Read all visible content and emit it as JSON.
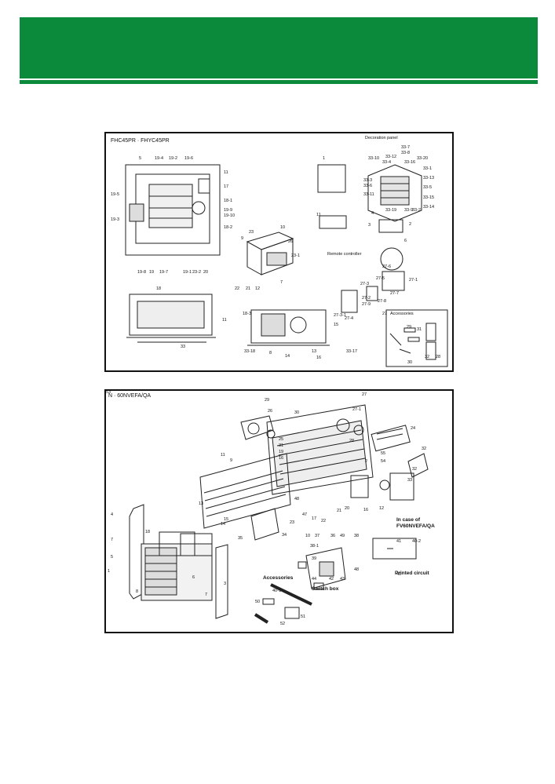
{
  "header": {
    "band_color": "#0c8a3c"
  },
  "figure1": {
    "title": "FHC45PR · FHYC45PR",
    "decoration_panel_label": "Decoration panel",
    "remote_controller_label": "Remote controller",
    "accessories_label": "Accessories",
    "part_numbers": [
      "5",
      "19-4",
      "19-2",
      "19-6",
      "11",
      "17",
      "19-5",
      "19-3",
      "18-1",
      "19-9",
      "19-10",
      "18-2",
      "19-8",
      "19",
      "19-7",
      "19-1",
      "23-2",
      "20",
      "9",
      "23",
      "10",
      "26",
      "23-1",
      "22",
      "21",
      "12",
      "7",
      "18",
      "11",
      "33",
      "18-3",
      "15",
      "33-18",
      "8",
      "14",
      "13",
      "16",
      "33-17",
      "1",
      "11",
      "33-10",
      "33-12",
      "33-7",
      "33-8",
      "33-4",
      "33-16",
      "33-20",
      "33-1",
      "33-3",
      "33-6",
      "33-13",
      "33-5",
      "33-11",
      "33-15",
      "33-19",
      "33-9",
      "33-2",
      "33-14",
      "4",
      "3",
      "2",
      "6",
      "27-6",
      "27-5",
      "27-1",
      "27-3",
      "27-7",
      "27-2",
      "27-9",
      "27-8",
      "27-3-1",
      "27-4",
      "27",
      "29",
      "31",
      "30",
      "32",
      "28"
    ]
  },
  "figure2": {
    "title": "N · 60NVEFA/QA",
    "accessories_label": "Accessories",
    "switch_box_label": "Switch box",
    "printed_circuit_label": "Printed circuit",
    "variant_note_line1": "In case of",
    "variant_note_line2": "FV60NVEFA/QA",
    "part_numbers": [
      "29",
      "26",
      "30",
      "27",
      "27-1",
      "24",
      "25",
      "31",
      "19",
      "16",
      "28",
      "55",
      "54",
      "32",
      "2",
      "32",
      "33",
      "11",
      "9",
      "13",
      "14",
      "35",
      "34",
      "15",
      "18",
      "6",
      "4",
      "7",
      "5",
      "1",
      "8",
      "3",
      "7",
      "48",
      "47",
      "17",
      "22",
      "21",
      "20",
      "16",
      "12",
      "23",
      "10",
      "37",
      "36",
      "49",
      "38",
      "38-1",
      "39",
      "44",
      "42",
      "43",
      "48",
      "41",
      "40-2",
      "40",
      "40-1",
      "50",
      "52",
      "51",
      "53"
    ]
  }
}
